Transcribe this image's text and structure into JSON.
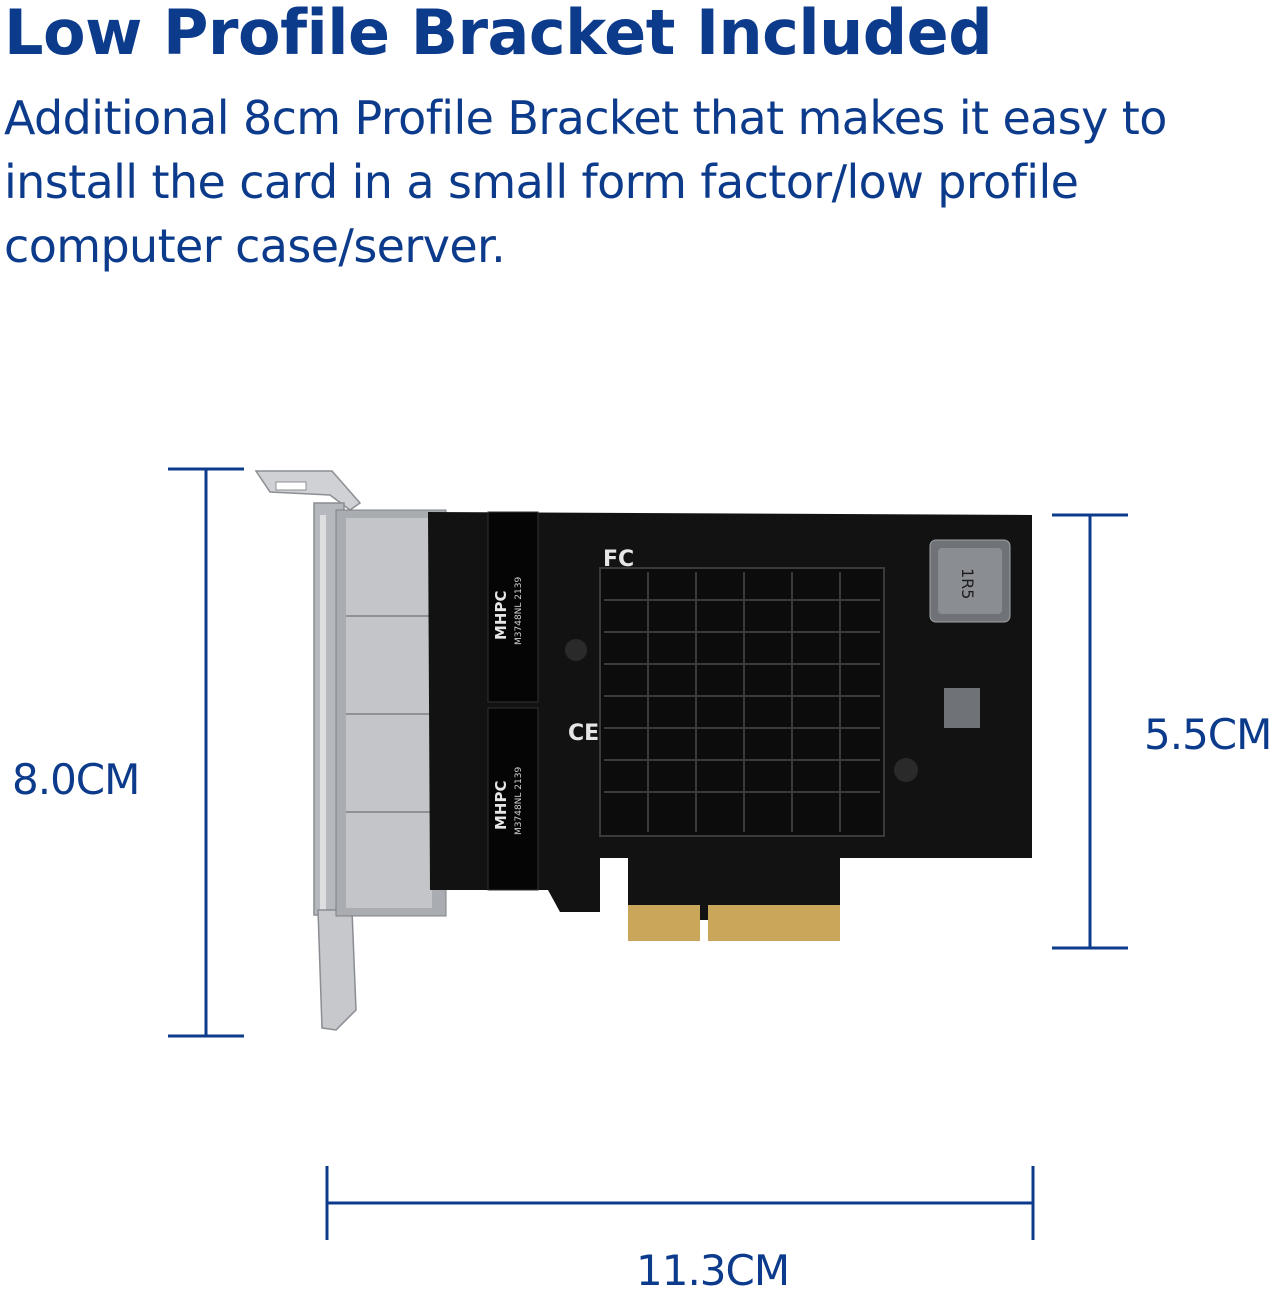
{
  "heading": "Low Profile Bracket Included",
  "description": "Additional 8cm Profile Bracket that makes it easy to install the card in a small form factor/low profile computer case/server.",
  "dimensions": {
    "bracket_height": "8.0CM",
    "card_height": "5.5CM",
    "card_length": "11.3CM"
  },
  "board_markings": {
    "transformer_brand": "MHPC",
    "transformer_model": "M3748NL 2139",
    "inductor": "1R5",
    "certification_fcc": "FC",
    "certification_ce": "CE"
  },
  "colors": {
    "accent": "#0d3b8c",
    "pcb": "#121212",
    "bracket": "#b9bcc0",
    "gold_fingers": "#c9a65a"
  }
}
